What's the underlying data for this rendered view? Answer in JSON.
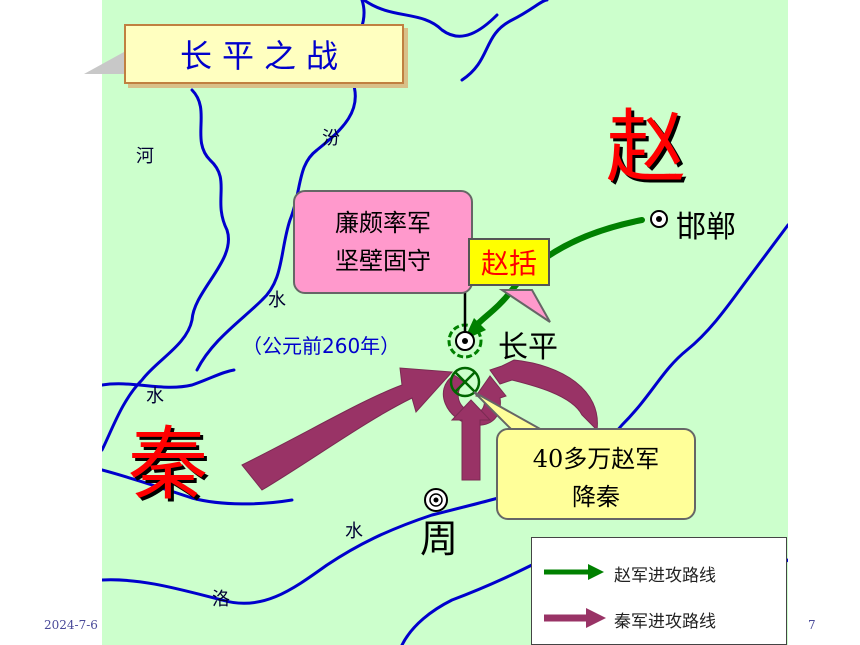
{
  "title": "长平之战",
  "states": {
    "zhao": "赵",
    "qin": "秦"
  },
  "rivers": {
    "he": "河",
    "fen": "汾",
    "shui1": "水",
    "shui2": "水",
    "shui3": "水",
    "luo": "洛"
  },
  "cities": {
    "handan": "邯郸",
    "changping": "长平",
    "zhou": "周"
  },
  "callouts": {
    "lianpo_line1": "廉颇率军",
    "lianpo_line2": "坚壁固守",
    "zhaokuo": "赵括",
    "year": "（公元前260年）",
    "surrender_line1": "40多万赵军",
    "surrender_line2": "降秦"
  },
  "legend": {
    "zhao_route": "赵军进攻路线",
    "qin_route": "秦军进攻路线",
    "zhao_color": "#008000",
    "qin_color": "#993366"
  },
  "footer": {
    "date": "2024-7-6",
    "page": "7"
  },
  "colors": {
    "land": "#ccffcc",
    "river": "#0000cc",
    "title": "#0000cc",
    "state": "#ff0000"
  }
}
